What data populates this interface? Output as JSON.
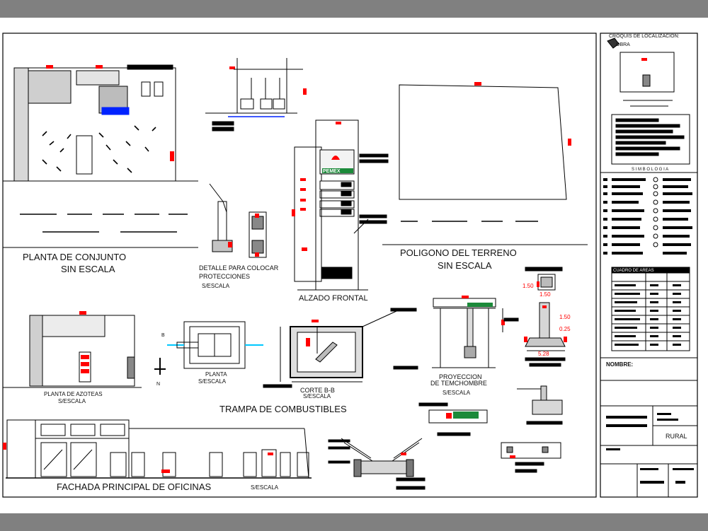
{
  "labels": {
    "planta_conjunto": "PLANTA DE CONJUNTO",
    "sin_escala_1": "SIN ESCALA",
    "detalle_l1": "DETALLE PARA COLOCAR",
    "detalle_l2": "PROTECCIONES",
    "detalle_l3": "S/ESCALA",
    "alzado_frontal": "ALZADO FRONTAL",
    "poligono": "POLIGONO DEL TERRENO",
    "sin_escala_2": "SIN ESCALA",
    "planta_azoteas": "PLANTA DE AZOTEAS",
    "s_escala_azoteas": "S/ESCALA",
    "planta_trampa": "PLANTA",
    "s_escala_planta": "S/ESCALA",
    "corte_bb": "CORTE B-B",
    "s_escala_corte": "S/ESCALA",
    "trampa": "TRAMPA DE COMBUSTIBLES",
    "proyeccion_l1": "PROYECCION",
    "proyeccion_l2": "DE TEMCHOMBRE",
    "proyeccion_l3": "S/ESCALA",
    "fachada": "FACHADA PRINCIPAL DE OFICINAS",
    "s_escala_fachada": "S/ESCALA",
    "sign_brand": "PEMEX",
    "north": "N",
    "dim_150": "1.50",
    "dim_150b": "1.50",
    "dim_025": "0.25",
    "dim_528": "5.28",
    "section_b": "B"
  },
  "titleblock": {
    "croquis_l1": "CROQUIS DE LOCALIZACION:",
    "croquis_l2": "OBRA",
    "simbologia": "S I M B O L O G I A",
    "table_head": "CUADRO DE AREAS",
    "nombre": "NOMBRE:",
    "rural": "RURAL"
  },
  "colors": {
    "background": "#808080",
    "paper": "#ffffff",
    "line": "#000000",
    "accent": "#ff0000",
    "blue": "#0022ff",
    "cyan": "#00c8ff",
    "brand_green": "#1c8a3a"
  }
}
